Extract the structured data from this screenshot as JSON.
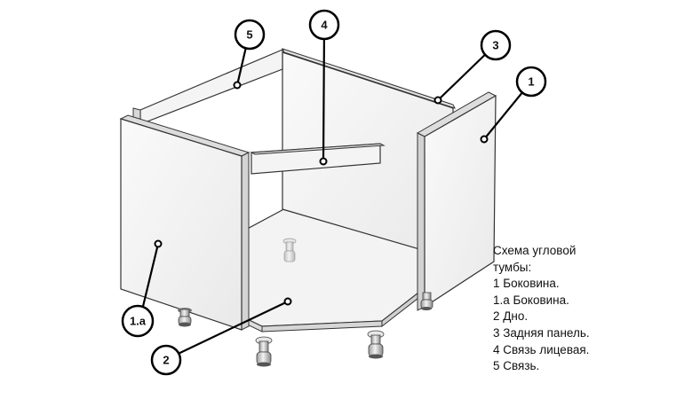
{
  "callouts": [
    "1",
    "1.a",
    "2",
    "3",
    "4",
    "5"
  ],
  "legend": {
    "lines": [
      "Схема угловой",
      "тумбы:",
      "1 Боковина.",
      "1.a Боковина.",
      "2 Дно.",
      "3 Задняя панель.",
      "4 Связь лицевая.",
      "5 Связь."
    ]
  }
}
